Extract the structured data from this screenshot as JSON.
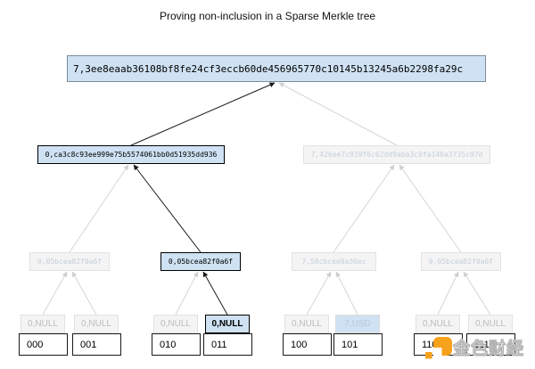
{
  "title": "Proving non-inclusion in a Sparse Merkle tree",
  "colors": {
    "highlight_bg": "#cfe2f3",
    "faded_bg": "#f4f4f4",
    "edge_dark": "#1a1a1a",
    "edge_light": "#d5d5d5",
    "watermark_orange": "#f6a21d"
  },
  "tree": {
    "root": "7,3ee8eaab36108bf8fe24cf3eccb60de456965770c10145b13245a6b2298fa29c",
    "level1": [
      {
        "label": "0,ca3c8c93ee999e75b5574061bb0d51935dd936",
        "state": "active"
      },
      {
        "label": "7,426ee7c919f6c62dd9aba3c0fa140a3735c07d",
        "state": "faded"
      }
    ],
    "level2": [
      {
        "label": "0,05bcea82f0a6f",
        "state": "faded"
      },
      {
        "label": "0,05bcea82f0a6f",
        "state": "active"
      },
      {
        "label": "7,58cbcee0a36ec",
        "state": "faded"
      },
      {
        "label": "0,05bcea82f0a6f",
        "state": "faded"
      }
    ],
    "level3": [
      {
        "label": "0,NULL",
        "state": "faded"
      },
      {
        "label": "0,NULL",
        "state": "faded"
      },
      {
        "label": "0,NULL",
        "state": "faded"
      },
      {
        "label": "0,NULL",
        "state": "active"
      },
      {
        "label": "0,NULL",
        "state": "faded"
      },
      {
        "label": "7,USD",
        "state": "faded-blue"
      },
      {
        "label": "0,NULL",
        "state": "faded"
      },
      {
        "label": "0,NULL",
        "state": "faded"
      }
    ],
    "leaf_labels": [
      "000",
      "001",
      "010",
      "011",
      "100",
      "101",
      "110",
      "111"
    ]
  },
  "watermark": {
    "text": "金色财经"
  }
}
